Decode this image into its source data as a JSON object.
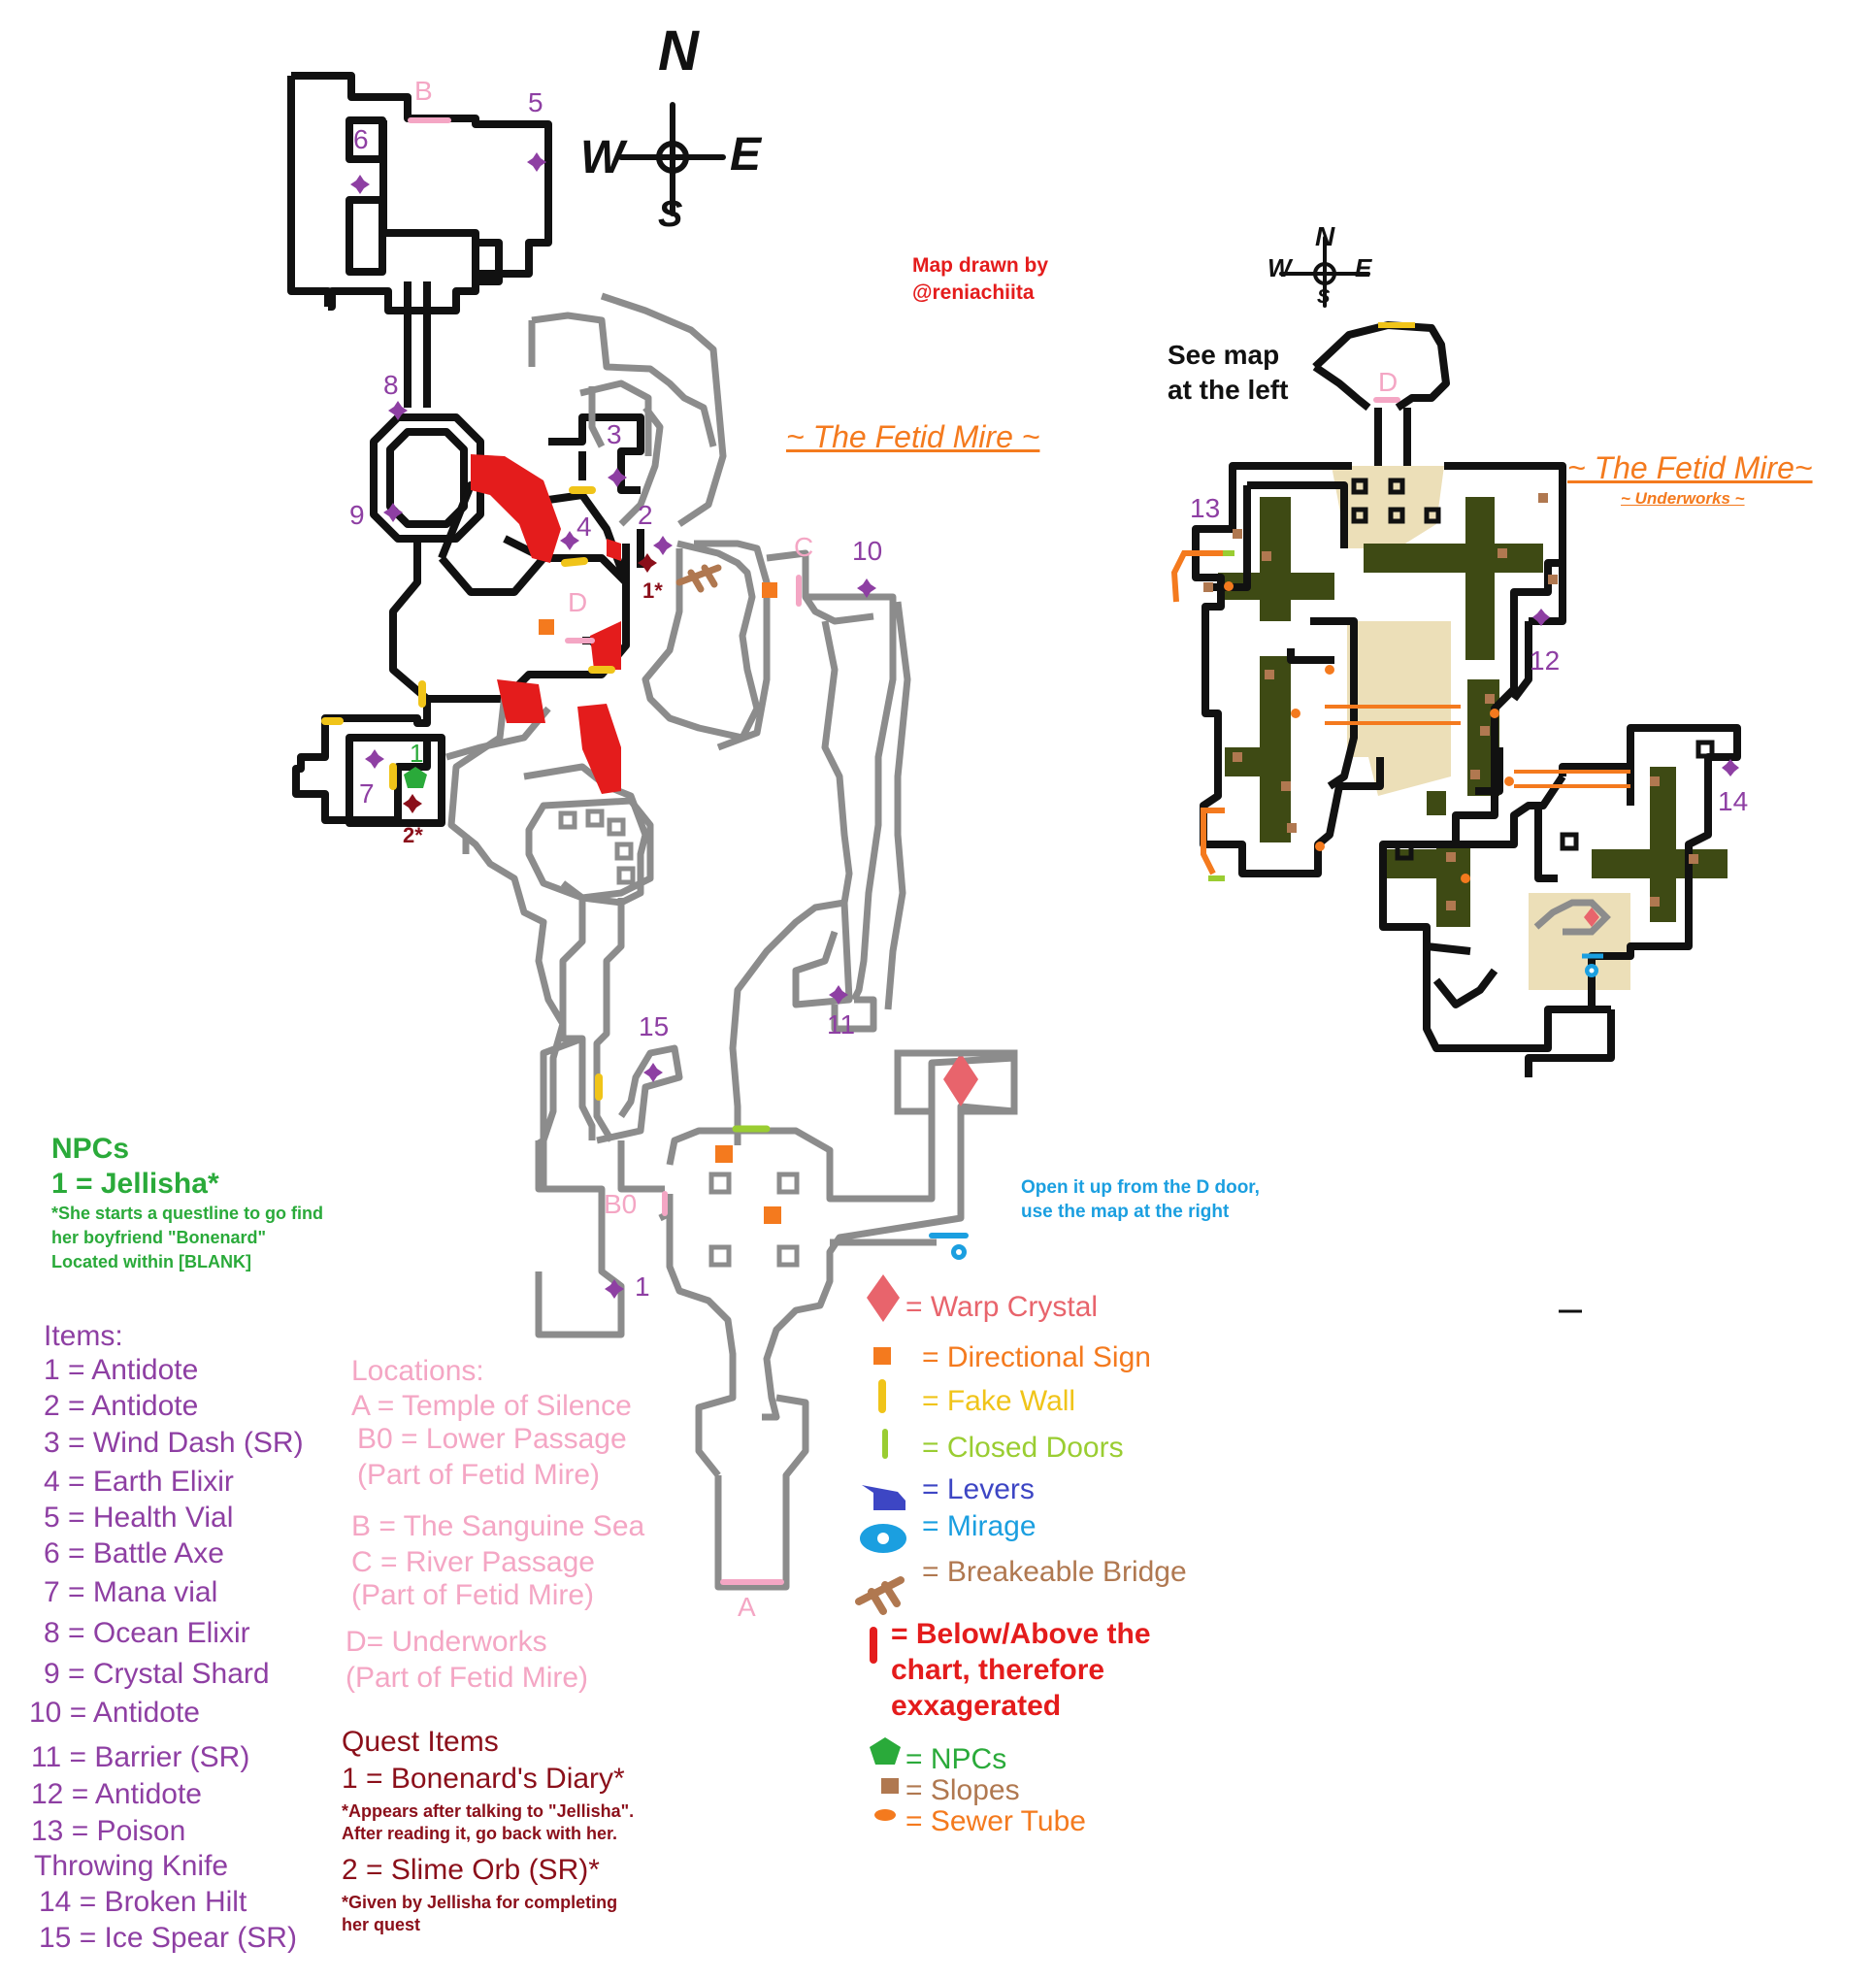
{
  "credit": {
    "line1": "Map drawn by",
    "line2": "@reniachiita"
  },
  "compass_main": {
    "n": "N",
    "w": "W",
    "e": "E",
    "s": "S"
  },
  "compass_small": {
    "n": "N",
    "w": "W",
    "e": "E",
    "s": "S"
  },
  "main_map_title": "~ The Fetid Mire ~",
  "underworks_title": "~ The Fetid Mire~",
  "underworks_subtitle": "~ Underworks ~",
  "see_map": {
    "line1": "See map",
    "line2": "at the left"
  },
  "open_note": {
    "line1": "Open it up from the D door,",
    "line2": "use the map at the right"
  },
  "map_labels": {
    "B": "B",
    "C": "C",
    "D_main": "D",
    "D_under": "D",
    "A": "A",
    "B0": "B0",
    "q1": "1*",
    "q2": "2*",
    "npc1": "1"
  },
  "item_markers": {
    "m1": "1",
    "m2": "2",
    "m3": "3",
    "m4": "4",
    "m5": "5",
    "m6": "6",
    "m7": "7",
    "m8": "8",
    "m9": "9",
    "m10": "10",
    "m11": "11",
    "m12": "12",
    "m13": "13",
    "m14": "14",
    "m15": "15"
  },
  "npcs": {
    "heading": "NPCs",
    "entry": "1 = Jellisha*",
    "note1": "*She starts a questline to go find",
    "note2": "her boyfriend \"Bonenard\"",
    "note3": "Located within [BLANK]"
  },
  "items": {
    "heading": "Items:",
    "list": [
      "1 = Antidote",
      "2 = Antidote",
      "3 = Wind Dash (SR)",
      "4 = Earth Elixir",
      "5 = Health Vial",
      "6 = Battle Axe",
      "7 = Mana vial",
      "8 = Ocean Elixir",
      "9 = Crystal Shard",
      "10 = Antidote",
      "11 = Barrier (SR)",
      "12 = Antidote",
      "13 = Poison",
      "Throwing Knife",
      "14 = Broken Hilt",
      "15 = Ice Spear (SR)"
    ]
  },
  "locations": {
    "heading": "Locations:",
    "list": [
      "A = Temple of Silence",
      "B0 = Lower Passage",
      "(Part of Fetid Mire)",
      "B = The Sanguine Sea",
      "C = River Passage",
      "(Part of Fetid Mire)",
      "D= Underworks",
      "(Part of Fetid Mire)"
    ]
  },
  "quest": {
    "heading": "Quest Items",
    "item1": "1 = Bonenard's Diary*",
    "note1a": "*Appears after talking to \"Jellisha\".",
    "note1b": "After reading it, go back with her.",
    "item2": "2 = Slime Orb (SR)*",
    "note2a": "*Given by Jellisha for completing",
    "note2b": "her quest"
  },
  "legend": {
    "warp": "= Warp Crystal",
    "sign": "= Directional Sign",
    "fake_wall": "= Fake Wall",
    "closed_doors": "= Closed Doors",
    "levers": "= Levers",
    "mirage": "= Mirage",
    "bridge": "= Breakeable Bridge",
    "below1": "= Below/Above the",
    "below2": "chart, therefore",
    "below3": "exxagerated",
    "npcs": "= NPCs",
    "slopes": "= Slopes",
    "sewer": "= Sewer Tube"
  },
  "colors": {
    "wall_black": "#111111",
    "wall_gray": "#8c8c8c",
    "item_purple": "#8e3fa3",
    "location_pink": "#f4a6c4",
    "npc_green": "#2aaa3a",
    "quest_darkred": "#8b0f1a",
    "below_red": "#e41c1c",
    "sign_orange": "#f47a1e",
    "fake_wall_yellow": "#f0c419",
    "closed_door_lime": "#9acd32",
    "lever_blue": "#3d46c4",
    "mirage_cyan": "#1b9fe0",
    "bridge_brown": "#b07850",
    "warp_salmon": "#e8646c",
    "sewer_olive": "#3e4a14",
    "floor_beige": "#ecdfb8"
  }
}
